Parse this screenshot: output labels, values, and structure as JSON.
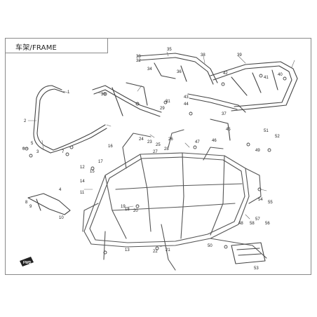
{
  "title": "车架/FRAME",
  "forward_marker": "FWD",
  "callouts": [
    "1",
    "2",
    "3",
    "4",
    "5",
    "6",
    "7",
    "8",
    "9",
    "10",
    "11",
    "12",
    "13",
    "14",
    "15",
    "16",
    "17",
    "18",
    "19",
    "20",
    "21",
    "22",
    "23",
    "24",
    "25",
    "26",
    "27",
    "28",
    "29",
    "30",
    "31",
    "32",
    "33",
    "34",
    "35",
    "36",
    "37",
    "38",
    "39",
    "40",
    "41",
    "42",
    "43",
    "44",
    "45",
    "46",
    "47",
    "48",
    "49",
    "50",
    "51",
    "52",
    "53",
    "54",
    "55",
    "56",
    "57",
    "58"
  ],
  "colors": {
    "line": "#333333",
    "frame": "#555555",
    "border": "#8a8a8a"
  }
}
